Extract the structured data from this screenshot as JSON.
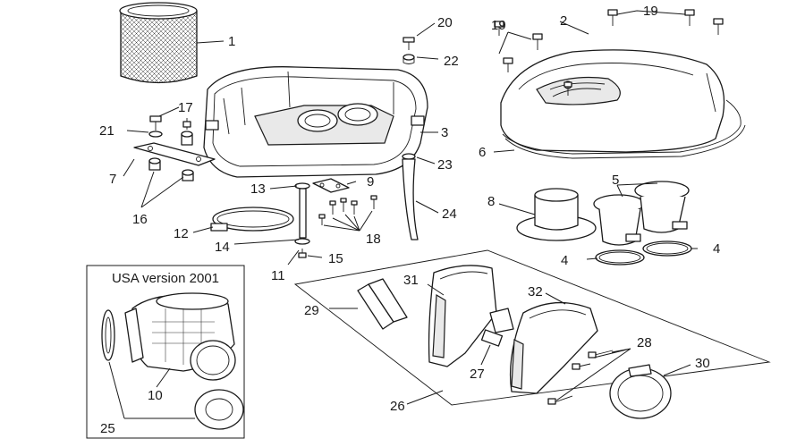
{
  "inset": {
    "title": "USA version 2001"
  },
  "callouts": {
    "c1": "1",
    "c2": "2",
    "c3": "3",
    "c4a": "4",
    "c4b": "4",
    "c5": "5",
    "c6": "6",
    "c7": "7",
    "c8": "8",
    "c9": "9",
    "c10": "10",
    "c11": "11",
    "c12": "12",
    "c13": "13",
    "c14": "14",
    "c15": "15",
    "c16": "16",
    "c17": "17",
    "c18": "18",
    "c19a": "19",
    "c19b": "19",
    "c20": "20",
    "c21": "21",
    "c22": "22",
    "c23": "23",
    "c24": "24",
    "c25": "25",
    "c26": "26",
    "c27": "27",
    "c28": "28",
    "c29": "29",
    "c30": "30",
    "c31": "31",
    "c32": "32"
  },
  "colors": {
    "line": "#1a1a1a",
    "background": "#ffffff",
    "shade": "#e9e9e9"
  }
}
